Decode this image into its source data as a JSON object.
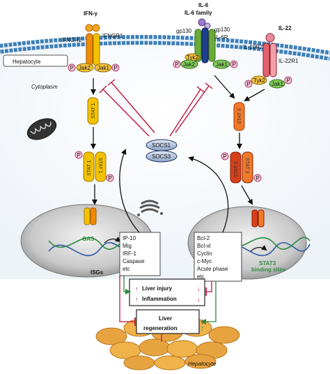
{
  "ligands": {
    "ifng": "IFN-γ",
    "il6": "IL-6",
    "il6_family": "IL-6 family",
    "il22": "IL-22"
  },
  "receptors": {
    "ifngr2": "IFNGR2",
    "ifngr1": "IFNGR1",
    "gp130_left": "gp130",
    "gp130_right": "gp130",
    "il6r": "IL-6R",
    "il10r2": "IL-10R2",
    "il22r1": "IL-22R1"
  },
  "kinases": {
    "jak2_a": "Jak2",
    "jak1_a": "Jak1",
    "tyk2_a": "Tyk2",
    "jak2_b": "Jak2",
    "jak1_b": "Jak1",
    "tyk2_b": "Tyk2",
    "jak1_c": "Jak1"
  },
  "cell": {
    "hepatocyte_label": "Hepatocyte",
    "cytoplasm_label": "Cytoplasm"
  },
  "stats": {
    "stat1": "STAT 1",
    "stat3": "STAT 3",
    "p": "P"
  },
  "socs": {
    "socs1": "SOCS1",
    "socs3": "SOCS3"
  },
  "nucleus": {
    "gas": "GAS",
    "isgs": "ISGs",
    "stat3_sites_1": "STAT3",
    "stat3_sites_2": "binding sites"
  },
  "genes_left": [
    "IP-10",
    "Mig",
    "IRF-1",
    "Caspase",
    "etc"
  ],
  "genes_right": [
    "Bcl-2",
    "Bcl-xl",
    "Cyclin",
    "c-Myc",
    "Acute phase",
    "etc"
  ],
  "outcomes": {
    "injury": "Liver injury",
    "inflammation": "Inflammation",
    "regen_1": "Liver",
    "regen_2": "regeneration"
  },
  "bottom": {
    "hepatocyte": "Hepatocyte"
  },
  "colors": {
    "membrane": "#3d7fb8",
    "stat1": "#f0b400",
    "stat3": "#e2531b",
    "inhibit": "#c0143c",
    "promote": "#2b8a3e",
    "socs": "#5b7fae"
  }
}
